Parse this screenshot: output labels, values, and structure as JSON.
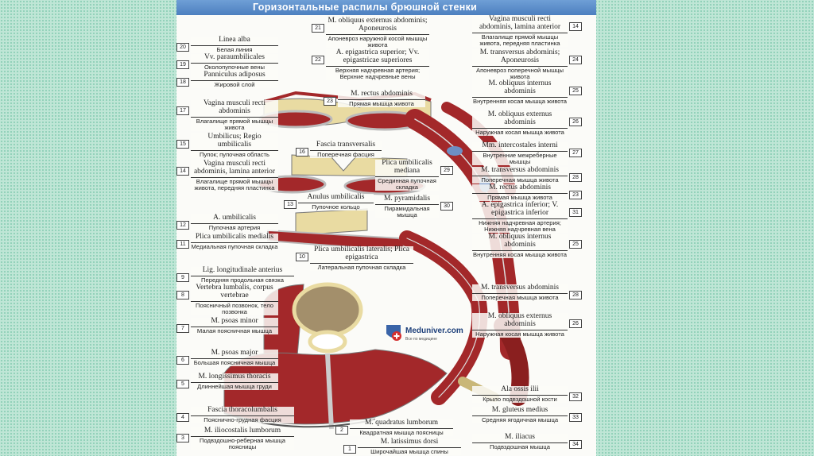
{
  "title": "Горизонтальные распилы брюшной стенки",
  "colors": {
    "muscle": "#a3282a",
    "fat": "#e9dba2",
    "header": "#5b8fcf",
    "background": "#bfe6d6"
  },
  "logo": {
    "name": "Meduniver.com",
    "tagline": "Все по медицине"
  },
  "labels": [
    {
      "num": "20",
      "latin": "Linea alba",
      "russian": "Белая линия"
    },
    {
      "num": "19",
      "latin": "Vv. paraumbilicales",
      "russian": "Околопупочные вены"
    },
    {
      "num": "18",
      "latin": "Panniculus adiposus",
      "russian": "Жировой слой"
    },
    {
      "num": "17",
      "latin": "Vagina musculi recti abdominis",
      "russian": "Влагалище прямой мышцы живота"
    },
    {
      "num": "15",
      "latin": "Umbilicus; Regio umbilicalis",
      "russian": "Пупок; пупочная область"
    },
    {
      "num": "14",
      "latin": "Vagina musculi recti abdominis, lamina anterior",
      "russian": "Влагалище прямой мышцы живота, передняя пластинка"
    },
    {
      "num": "12",
      "latin": "A. umbilicalis",
      "russian": "Пупочная артерия"
    },
    {
      "num": "11",
      "latin": "Plica umbilicalis medialis",
      "russian": "Медиальная пупочная складка"
    },
    {
      "num": "9",
      "latin": "Lig. longitudinale anterius",
      "russian": "Передняя продольная связка"
    },
    {
      "num": "8",
      "latin": "Vertebra lumbalis, corpus vertebrae",
      "russian": "Поясничный позвонок, тело позвонка"
    },
    {
      "num": "7",
      "latin": "M. psoas minor",
      "russian": "Малая поясничная мышца"
    },
    {
      "num": "6",
      "latin": "M. psoas major",
      "russian": "Большая поясничная мышца"
    },
    {
      "num": "5",
      "latin": "M. longissimus thoracis",
      "russian": "Длиннейшая мышца груди"
    },
    {
      "num": "4",
      "latin": "Fascia thoracolumbalis",
      "russian": "Пояснично-грудная фасция"
    },
    {
      "num": "3",
      "latin": "M. iliocostalis lumborum",
      "russian": "Подвздошно-реберная мышца поясницы"
    },
    {
      "num": "21",
      "latin": "M. obliquus externus abdominis; Aponeurosis",
      "russian": "Апоневроз наружной косой мышцы живота"
    },
    {
      "num": "22",
      "latin": "A. epigastrica superior; Vv. epigastricae superiores",
      "russian": "Верхняя надчревная артерия; Верхние надчревные вены"
    },
    {
      "num": "23",
      "latin": "M. rectus abdominis",
      "russian": "Прямая мышца живота"
    },
    {
      "num": "16",
      "latin": "Fascia transversalis",
      "russian": "Поперечная фасция"
    },
    {
      "num": "29",
      "latin": "Plica umbilicalis mediana",
      "russian": "Срединная пупочная складка"
    },
    {
      "num": "13",
      "latin": "Anulus umbilicalis",
      "russian": "Пупочное кольцо"
    },
    {
      "num": "30",
      "latin": "M. pyramidalis",
      "russian": "Пирамидальная мышца"
    },
    {
      "num": "10",
      "latin": "Plica umbilicalis lateralis; Plica epigastrica",
      "russian": "Латеральная пупочная складка"
    },
    {
      "num": "2",
      "latin": "M. quadratus lumborum",
      "russian": "Квадратная мышца поясницы"
    },
    {
      "num": "1",
      "latin": "M. latissimus dorsi",
      "russian": "Широчайшая мышца спины"
    },
    {
      "num": "14",
      "latin": "Vagina musculi recti abdominis, lamina anterior",
      "russian": "Влагалище прямой мышцы живота, передняя пластинка"
    },
    {
      "num": "24",
      "latin": "M. transversus abdominis; Aponeurosis",
      "russian": "Апоневроз поперечной мышцы живота"
    },
    {
      "num": "25",
      "latin": "M. obliquus internus abdominis",
      "russian": "Внутренняя косая мышца живота"
    },
    {
      "num": "26",
      "latin": "M. obliquus externus abdominis",
      "russian": "Наружная косая мышца живота"
    },
    {
      "num": "27",
      "latin": "Mm. intercostales interni",
      "russian": "Внутренние межреберные мышцы"
    },
    {
      "num": "28",
      "latin": "M. transversus abdominis",
      "russian": "Поперечная мышца живота"
    },
    {
      "num": "23",
      "latin": "M. rectus abdominis",
      "russian": "Прямая мышца живота"
    },
    {
      "num": "31",
      "latin": "A. epigastrica inferior; V. epigastrica inferior",
      "russian": "Нижняя надчревная артерия; Нижняя надчревная вена"
    },
    {
      "num": "25",
      "latin": "M. obliquus internus abdominis",
      "russian": "Внутренняя косая мышца живота"
    },
    {
      "num": "28",
      "latin": "M. transversus abdominis",
      "russian": "Поперечная мышца живота"
    },
    {
      "num": "26",
      "latin": "M. obliquus externus abdominis",
      "russian": "Наружная косая мышца живота"
    },
    {
      "num": "32",
      "latin": "Ala ossis ilii",
      "russian": "Крыло подвздошной кости"
    },
    {
      "num": "33",
      "latin": "M. gluteus medius",
      "russian": "Средняя ягодичная мышца"
    },
    {
      "num": "34",
      "latin": "M. iliacus",
      "russian": "Подвздошная мышца"
    }
  ]
}
